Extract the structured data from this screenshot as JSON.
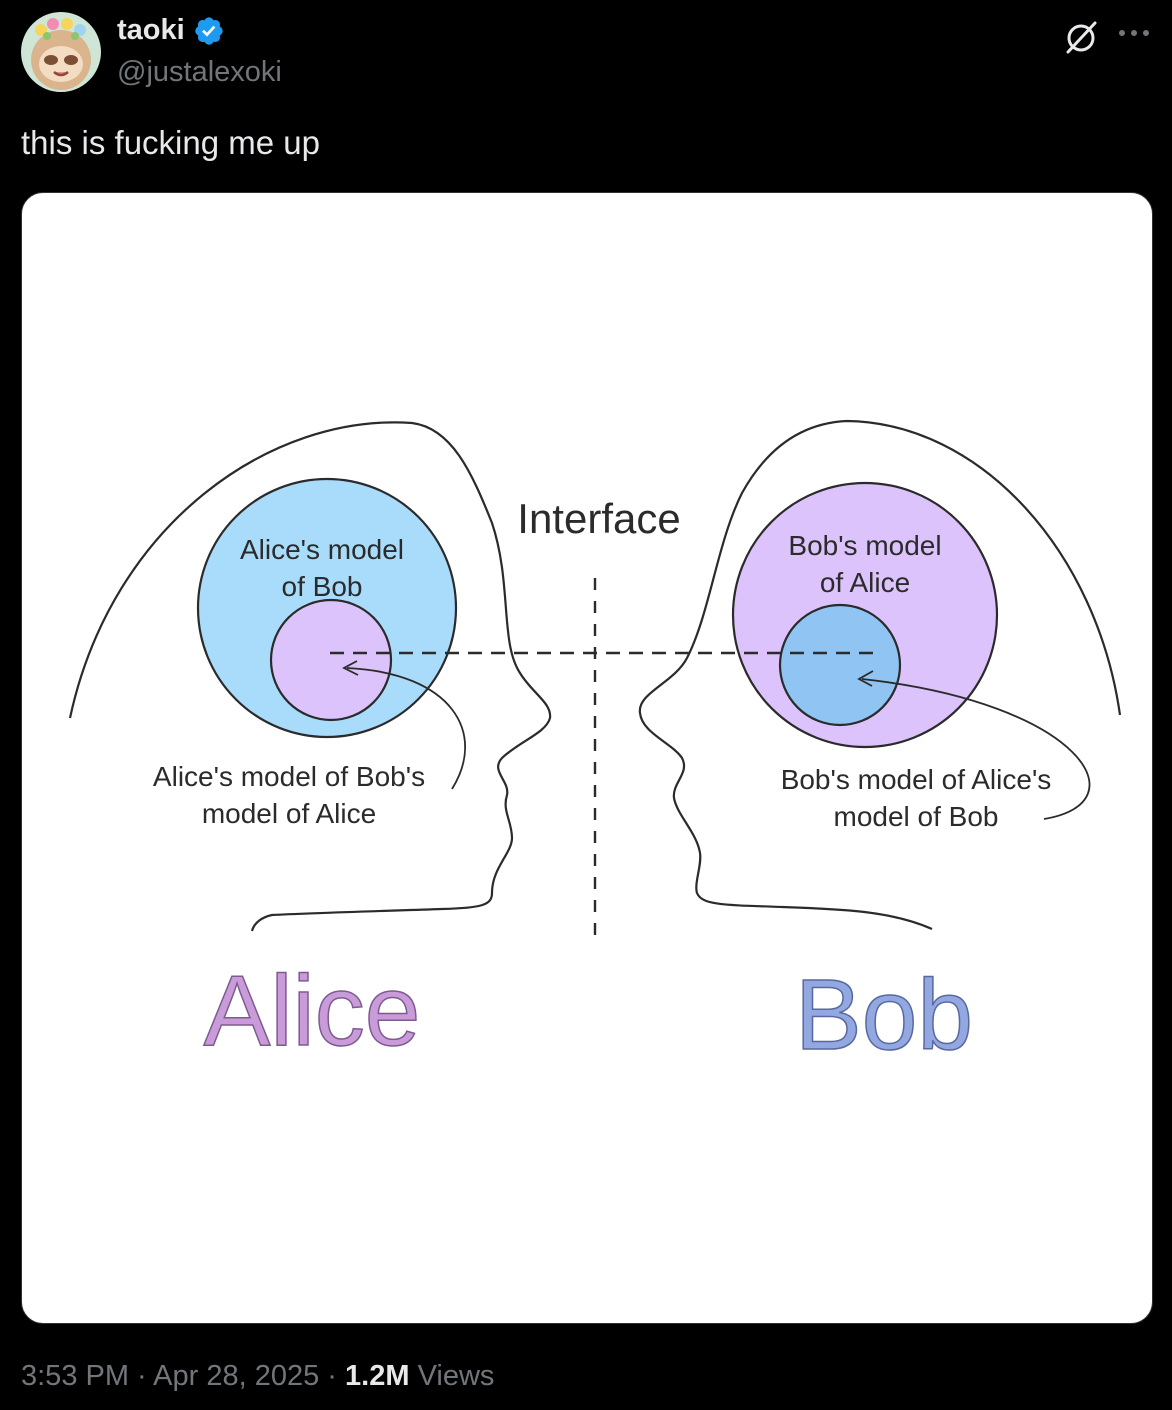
{
  "author": {
    "display_name": "taoki",
    "handle": "@justalexoki",
    "verified": true,
    "avatar_icon": "sloth-avatar-icon"
  },
  "post": {
    "text": "this is fucking me up"
  },
  "diagram": {
    "interface_label": "Interface",
    "alice_model_line1": "Alice's model",
    "alice_model_line2": "of Bob",
    "alice_inner_line1": "Alice's model of Bob's",
    "alice_inner_line2": "model of Alice",
    "bob_model_line1": "Bob's model",
    "bob_model_line2": "of Alice",
    "bob_inner_line1": "Bob's model of Alice's",
    "bob_inner_line2": "model of Bob",
    "alice_name": "Alice",
    "bob_name": "Bob",
    "colors": {
      "blue": "#a9dcfb",
      "purple": "#dcc3fb",
      "mid_blue": "#8fc4f3",
      "alice_text": "#c99bd9",
      "bob_text": "#93a7e0"
    }
  },
  "meta": {
    "time": "3:53 PM",
    "sep1": " · ",
    "date": "Apr 28, 2025",
    "sep2": " · ",
    "views_count": "1.2M",
    "views_label": " Views"
  },
  "icons": {
    "grok": "grok-icon",
    "more": "more-dots-icon",
    "verified": "verified-badge-icon"
  }
}
